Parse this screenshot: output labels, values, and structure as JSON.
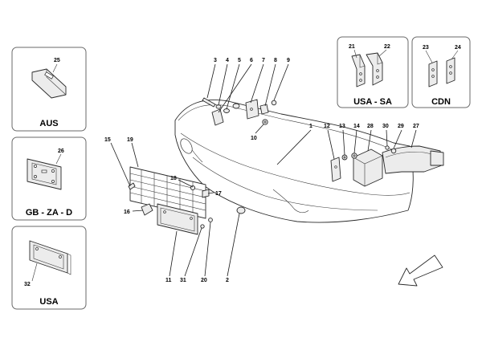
{
  "regions": {
    "aus": "AUS",
    "gb_za_d": "GB - ZA - D",
    "usa": "USA",
    "usa_sa": "USA - SA",
    "cdn": "CDN"
  },
  "callouts": {
    "n1": "1",
    "n2": "2",
    "n3": "3",
    "n4": "4",
    "n5": "5",
    "n6": "6",
    "n7": "7",
    "n8": "8",
    "n9": "9",
    "n10": "10",
    "n11": "11",
    "n12": "12",
    "n13": "13",
    "n14": "14",
    "n15": "15",
    "n16": "16",
    "n17": "17",
    "n18": "18",
    "n19": "19",
    "n20": "20",
    "n21": "21",
    "n22": "22",
    "n23": "23",
    "n24": "24",
    "n25": "25",
    "n26": "26",
    "n27": "27",
    "n28": "28",
    "n29": "29",
    "n30": "30",
    "n31": "31",
    "n32": "32"
  }
}
